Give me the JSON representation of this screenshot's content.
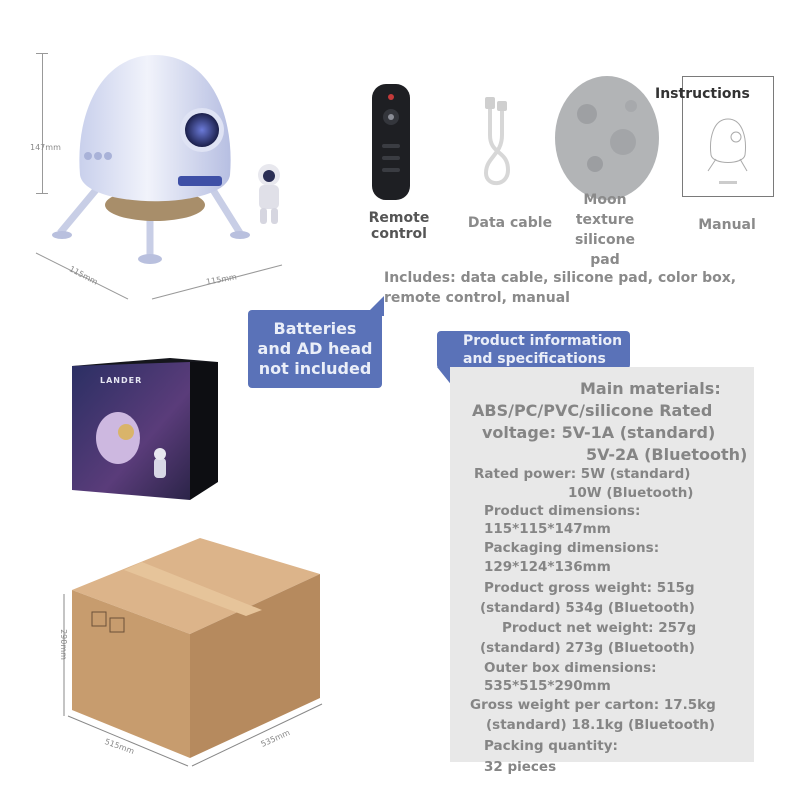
{
  "product": {
    "height_dim": "147mm",
    "depth_dim": "115mm",
    "width_dim": "115mm"
  },
  "accessories": [
    {
      "label_line1": "Remote",
      "label_line2": "control"
    },
    {
      "label_line1": "Data cable",
      "label_line2": ""
    },
    {
      "label_line1": "Moon",
      "label_line2": "texture",
      "label_line3": "silicone",
      "label_line4": "pad"
    },
    {
      "label_line1": "Manual",
      "label_line2": ""
    }
  ],
  "manual_heading": "Instructions",
  "includes_text": "Includes: data cable, silicone pad, color box, remote control, manual",
  "batteries_badge": {
    "line1": "Batteries",
    "line2": "and AD head",
    "line3": "not included"
  },
  "spec_header": {
    "line1": "Product information",
    "line2": "and specifications"
  },
  "box_brand": "LANDER",
  "carton": {
    "height_dim": "290mm",
    "width_dim": "515mm",
    "depth_dim": "535mm"
  },
  "specs": {
    "l1": "Main materials:",
    "l2": "ABS/PC/PVC/silicone Rated",
    "l3": "voltage: 5V-1A (standard)",
    "l4": "5V-2A (Bluetooth)",
    "l5": "Rated power: 5W (standard)",
    "l6": "10W (Bluetooth)",
    "l7": "Product dimensions:",
    "l8": "115*115*147mm",
    "l9": "Packaging dimensions:",
    "l10": "129*124*136mm",
    "l11": "Product gross weight: 515g",
    "l12": "(standard) 534g (Bluetooth)",
    "l13": "Product net weight: 257g",
    "l14": "(standard) 273g (Bluetooth)",
    "l15": "Outer box dimensions:",
    "l16": "535*515*290mm",
    "l17": "Gross weight per carton: 17.5kg",
    "l18": "(standard) 18.1kg (Bluetooth)",
    "l19": "Packing quantity:",
    "l20": "32 pieces"
  }
}
